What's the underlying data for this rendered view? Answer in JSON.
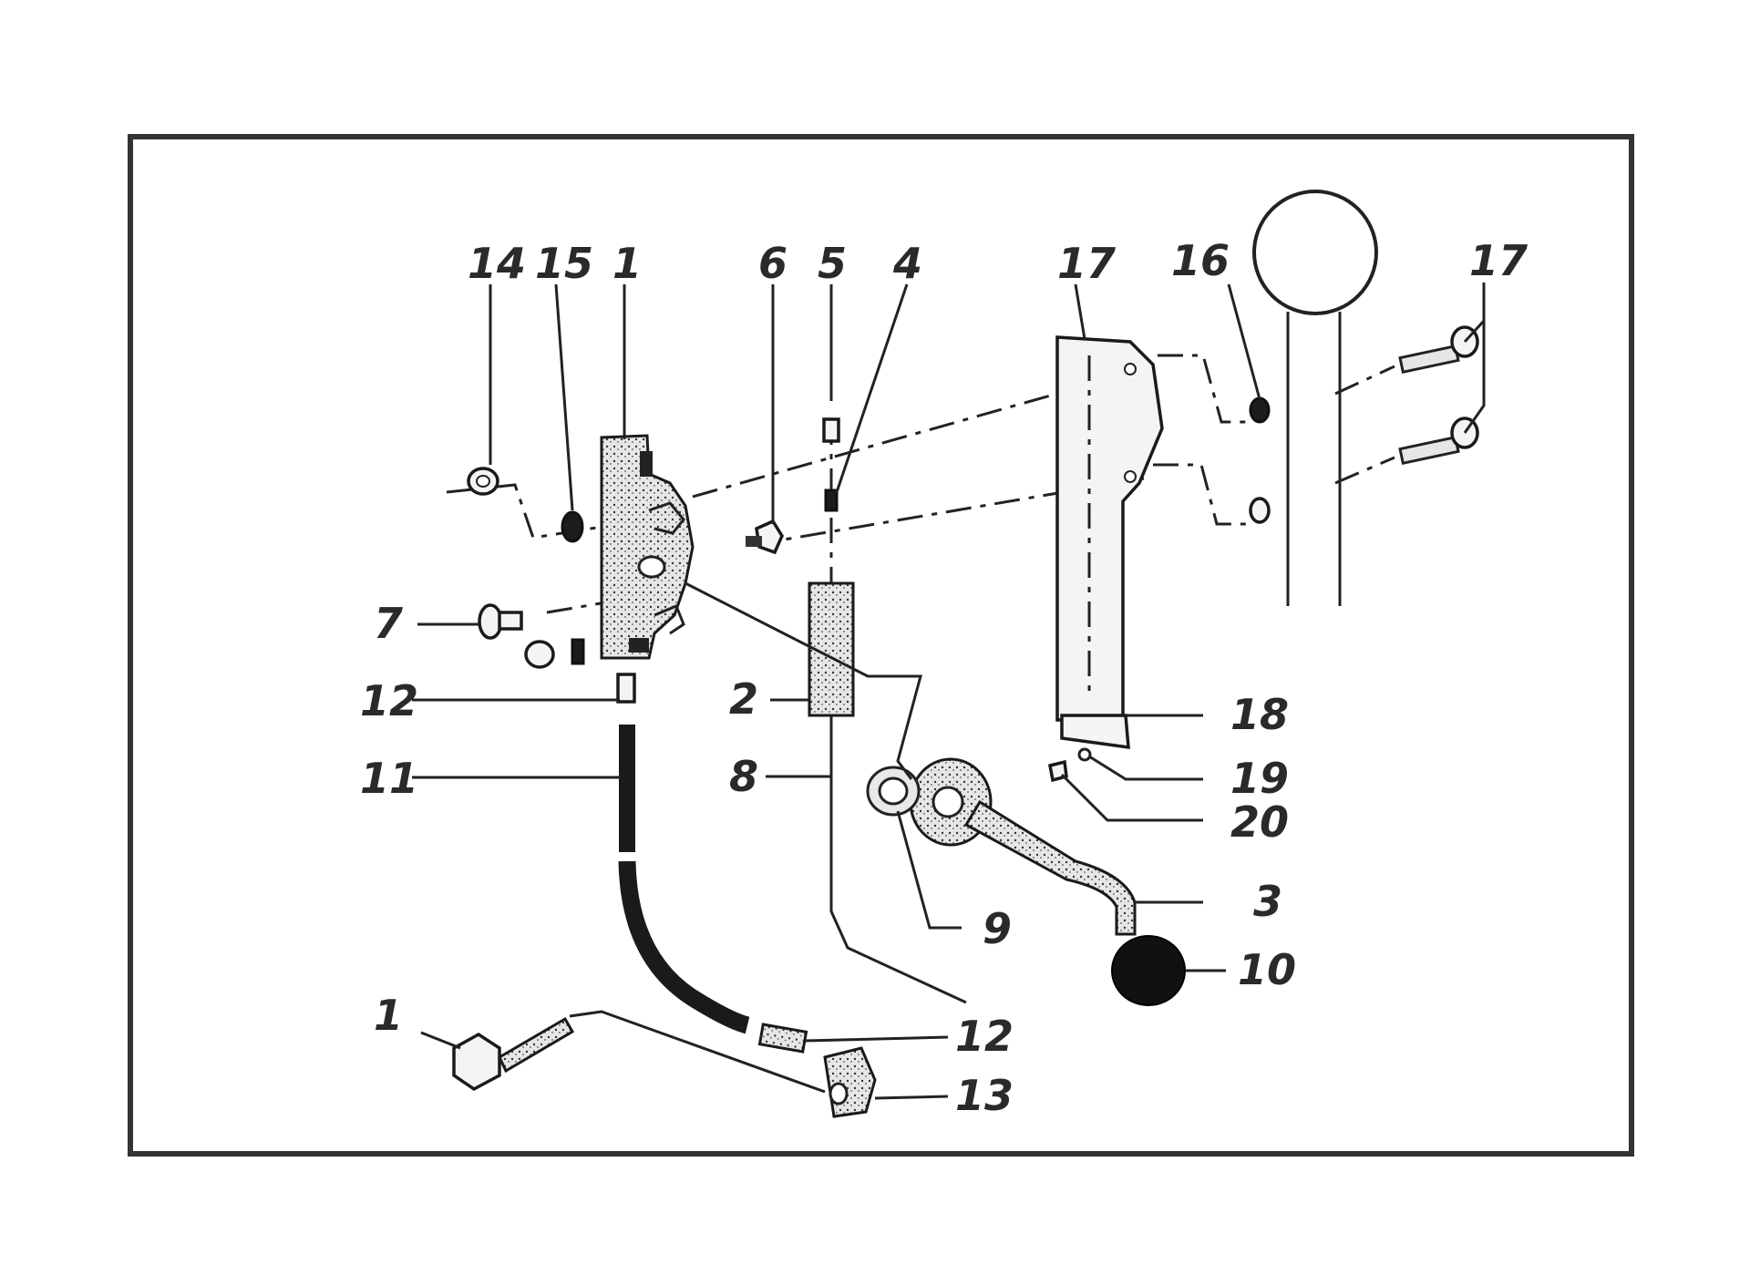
{
  "labels": {
    "l14": "14",
    "l15": "15",
    "l1_top": "1",
    "l6": "6",
    "l5": "5",
    "l4": "4",
    "l17_mid": "17",
    "l16": "16",
    "l17_right": "17",
    "l7": "7",
    "l12_left": "12",
    "l11": "11",
    "l2": "2",
    "l8": "8",
    "l18": "18",
    "l19": "19",
    "l20": "20",
    "l3": "3",
    "l9": "9",
    "l10": "10",
    "l1_bottom": "1",
    "l12_bottom": "12",
    "l13": "13"
  }
}
